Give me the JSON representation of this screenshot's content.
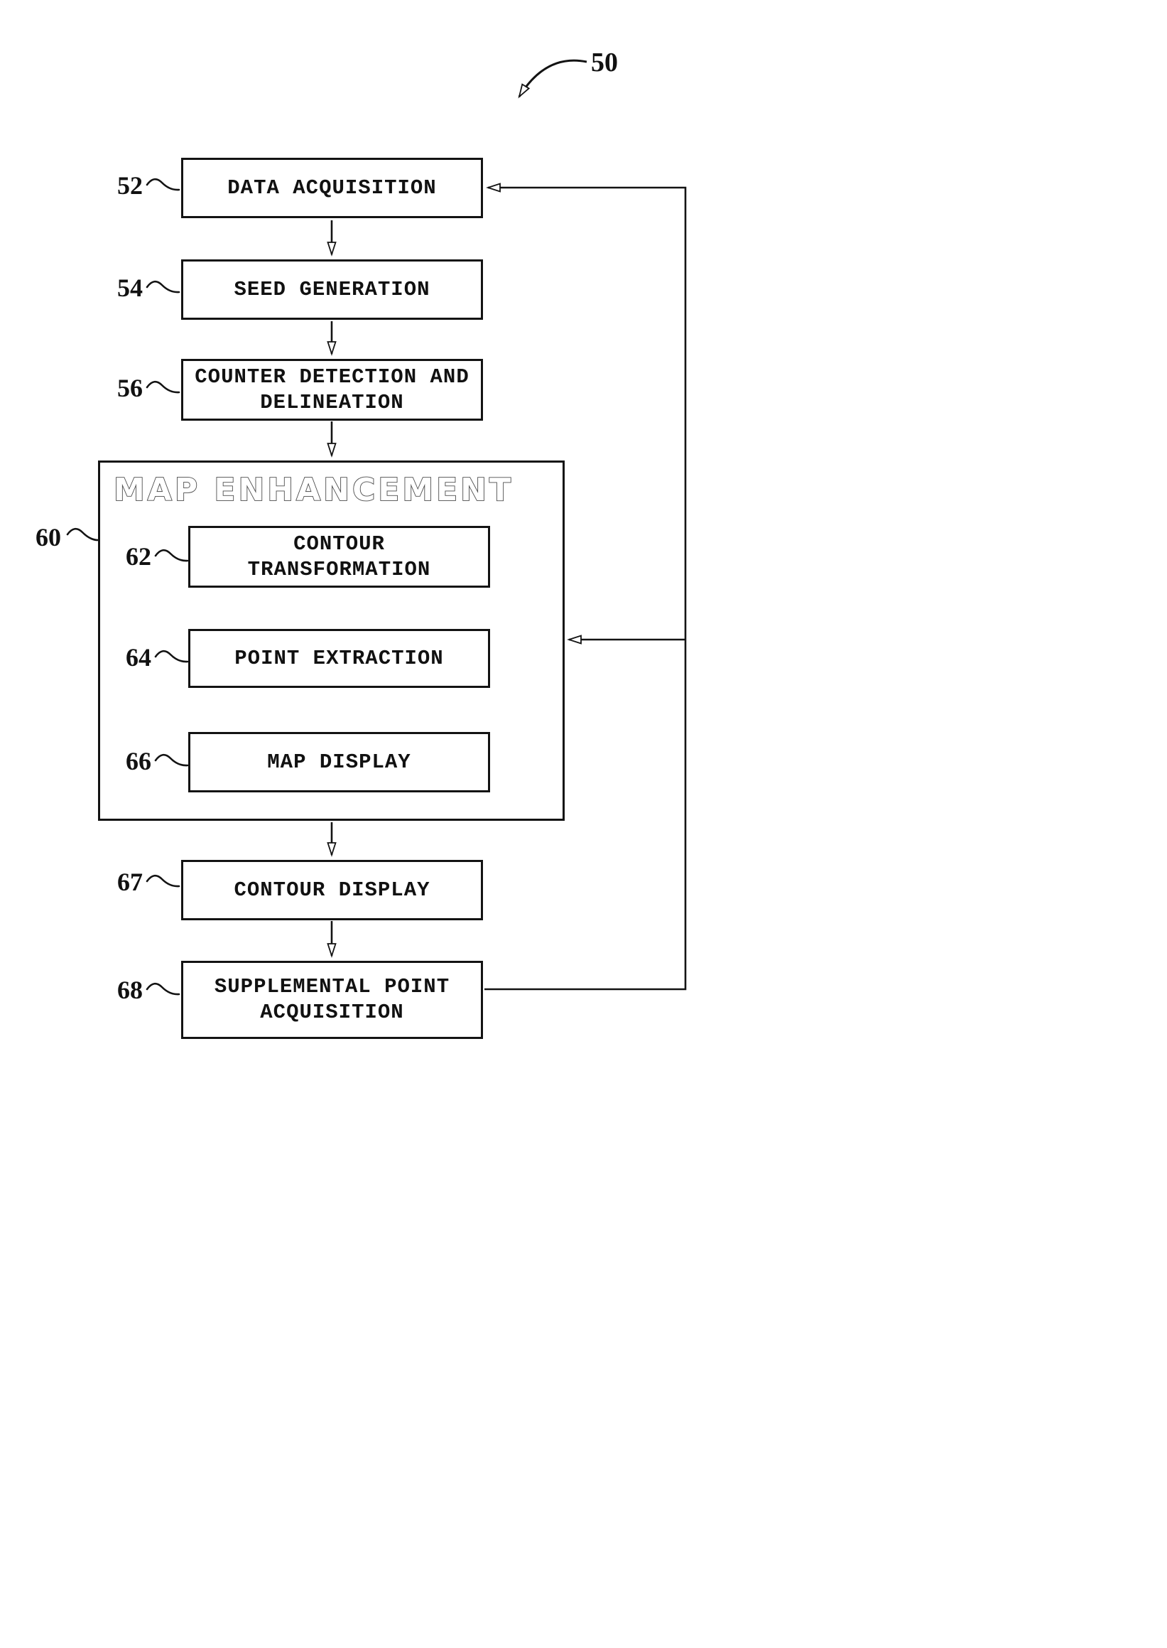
{
  "ink_color": "#131313",
  "figure": {
    "reference": "50"
  },
  "diagram": {
    "title": "MAP ENHANCEMENT",
    "nodes": [
      {
        "ref": "52",
        "label": "DATA ACQUISITION"
      },
      {
        "ref": "54",
        "label": "SEED GENERATION"
      },
      {
        "ref": "56",
        "label": "COUNTER DETECTION AND\nDELINEATION"
      },
      {
        "ref": "60",
        "label": "MAP ENHANCEMENT"
      },
      {
        "ref": "62",
        "label": "CONTOUR\nTRANSFORMATION"
      },
      {
        "ref": "64",
        "label": "POINT EXTRACTION"
      },
      {
        "ref": "66",
        "label": "MAP DISPLAY"
      },
      {
        "ref": "67",
        "label": "CONTOUR DISPLAY"
      },
      {
        "ref": "68",
        "label": "SUPPLEMENTAL POINT\nACQUISITION"
      }
    ]
  }
}
